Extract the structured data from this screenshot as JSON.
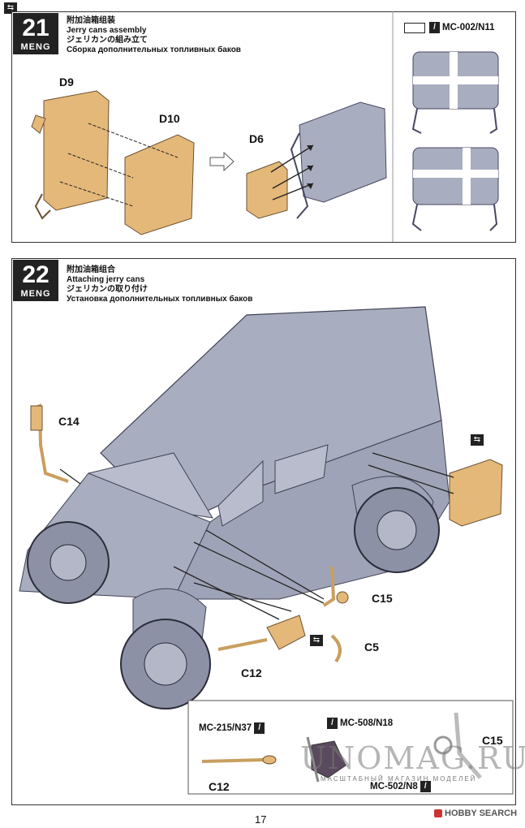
{
  "corner_icon": "flip-arrow-icon",
  "page_number": "17",
  "step21": {
    "number": "21",
    "brand": "MENG",
    "title_cn": "附加油箱组装",
    "title_en": "Jerry cans assembly",
    "title_jp": "ジェリカンの組み立て",
    "title_ru": "Сборка дополнительных топливных баков",
    "parts": {
      "d9": "D9",
      "d10": "D10",
      "d6": "D6"
    },
    "paint": "MC-002/N11"
  },
  "step22": {
    "number": "22",
    "brand": "MENG",
    "title_cn": "附加油箱组合",
    "title_en": "Attaching jerry cans",
    "title_jp": "ジェリカンの取り付け",
    "title_ru": "Установка дополнительных топливных баков",
    "parts": {
      "c14": "C14",
      "c15": "C15",
      "c5": "C5",
      "c12": "C12"
    },
    "inset": {
      "paint_a": "MC-215/N37",
      "paint_b": "MC-508/N18",
      "paint_c": "MC-502/N8",
      "part_c15": "C15",
      "part_c12": "C12"
    }
  },
  "watermark": {
    "main": "UNOMAG.RU",
    "sub": "МАСШТАБНЫЙ МАГАЗИН МОДЕЛЕЙ",
    "source": "HOBBY SEARCH"
  },
  "colors": {
    "tan": "#e4b879",
    "grey": "#a9adc0",
    "dark": "#222222"
  }
}
